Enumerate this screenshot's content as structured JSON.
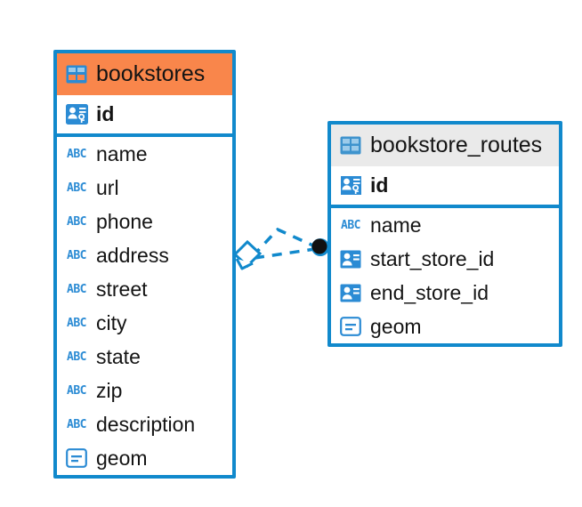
{
  "diagram": {
    "type": "entity-relationship-diagram",
    "background_color": "#FFFFFF",
    "accent_color": "#F9864B",
    "border_color": "#1189CC",
    "icon_color": "#2B8BD4",
    "header_plain_color": "#EAEAEA",
    "text_color": "#141414"
  },
  "entities": [
    {
      "name": "bookstores",
      "header_style": "accent",
      "table_icon": "table-grid-icon",
      "fields": [
        {
          "label": "id",
          "icon": "primary-key-icon",
          "bold": true,
          "is_pk": true
        },
        {
          "label": "name",
          "icon": "abc-text-icon",
          "bold": false,
          "is_pk": false
        },
        {
          "label": "url",
          "icon": "abc-text-icon",
          "bold": false,
          "is_pk": false
        },
        {
          "label": "phone",
          "icon": "abc-text-icon",
          "bold": false,
          "is_pk": false
        },
        {
          "label": "address",
          "icon": "abc-text-icon",
          "bold": false,
          "is_pk": false
        },
        {
          "label": "street",
          "icon": "abc-text-icon",
          "bold": false,
          "is_pk": false
        },
        {
          "label": "city",
          "icon": "abc-text-icon",
          "bold": false,
          "is_pk": false
        },
        {
          "label": "state",
          "icon": "abc-text-icon",
          "bold": false,
          "is_pk": false
        },
        {
          "label": "zip",
          "icon": "abc-text-icon",
          "bold": false,
          "is_pk": false
        },
        {
          "label": "description",
          "icon": "abc-text-icon",
          "bold": false,
          "is_pk": false
        },
        {
          "label": "geom",
          "icon": "geometry-icon",
          "bold": false,
          "is_pk": false
        }
      ]
    },
    {
      "name": "bookstore_routes",
      "header_style": "plain",
      "table_icon": "table-grid-icon",
      "fields": [
        {
          "label": "id",
          "icon": "primary-key-icon",
          "bold": true,
          "is_pk": true
        },
        {
          "label": "name",
          "icon": "abc-text-icon",
          "bold": false,
          "is_pk": false
        },
        {
          "label": "start_store_id",
          "icon": "foreign-key-icon",
          "bold": false,
          "is_pk": false
        },
        {
          "label": "end_store_id",
          "icon": "foreign-key-icon",
          "bold": false,
          "is_pk": false
        },
        {
          "label": "geom",
          "icon": "geometry-icon",
          "bold": false,
          "is_pk": false
        }
      ]
    }
  ],
  "relationship": {
    "source_marker": "diamond-relationship-marker",
    "target_marker": "filled-circle-endpoint",
    "line_style": "dashed",
    "line_color": "#1189CC",
    "abc_glyph": "ABC"
  }
}
